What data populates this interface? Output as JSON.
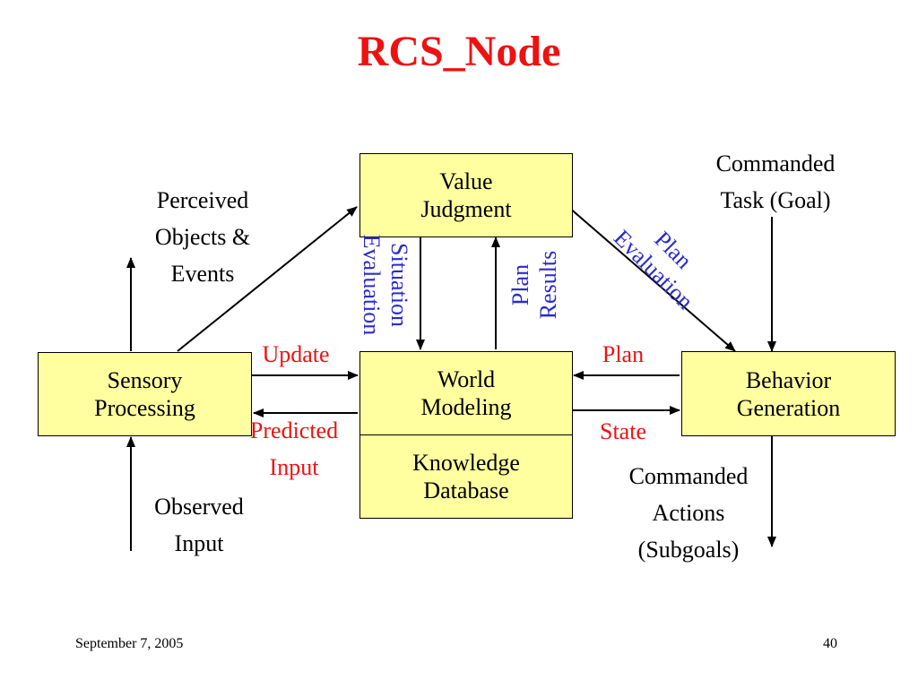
{
  "title": "RCS_Node",
  "boxes": {
    "value_judgment": [
      "Value",
      "Judgment"
    ],
    "sensory_processing": [
      "Sensory",
      "Processing"
    ],
    "world_modeling": [
      "World",
      "Modeling"
    ],
    "knowledge_database": [
      "Knowledge",
      "Database"
    ],
    "behavior_generation": [
      "Behavior",
      "Generation"
    ]
  },
  "labels": {
    "perceived": [
      "Perceived",
      "Objects &",
      "Events"
    ],
    "commanded_task": [
      "Commanded",
      "Task (Goal)"
    ],
    "observed": [
      "Observed",
      "Input"
    ],
    "commanded_actions": [
      "Commanded",
      "Actions",
      "(Subgoals)"
    ],
    "update": "Update",
    "predicted": [
      "Predicted",
      "Input"
    ],
    "plan": "Plan",
    "state": "State",
    "situation_evaluation": [
      "Situation",
      "Evaluation"
    ],
    "plan_results": [
      "Plan",
      "Results"
    ],
    "plan_evaluation": [
      "Plan",
      "Evaluation"
    ]
  },
  "colors": {
    "box_fill": "#ffffa0",
    "title": "#ee1111",
    "red_label": "#ee1111",
    "blue_label": "#2a2ad0"
  },
  "footer": {
    "date": "September 7, 2005",
    "page": "40"
  }
}
